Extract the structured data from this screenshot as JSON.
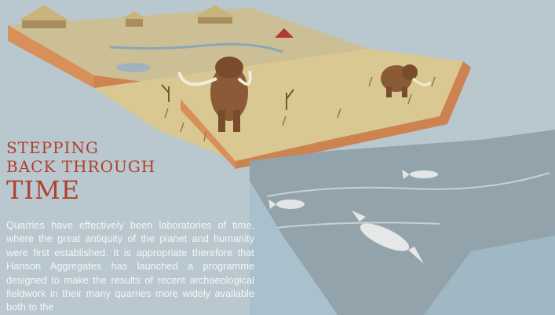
{
  "heading": {
    "line1": "STEPPING",
    "line2": "BACK THROUGH",
    "line3": "TIME"
  },
  "body_text": "Quarries have effectively been laboratories of time, where the great antiquity of the planet and humanity were first established. It is appropriate therefore that Hanson Aggregates has launched a programme designed to make the results of recent archaeological fieldwork in their many quarries more widely available both to the",
  "illustration": {
    "description_icons": [
      "round-hut-icon",
      "mammoth-icon",
      "ichthyosaur-icon"
    ],
    "colors": {
      "background": "#b9c7cf",
      "soil_side": "#d88f5a",
      "grass": "#d9c891",
      "water": "#8ea0aa",
      "heading": "#b1402e"
    }
  }
}
